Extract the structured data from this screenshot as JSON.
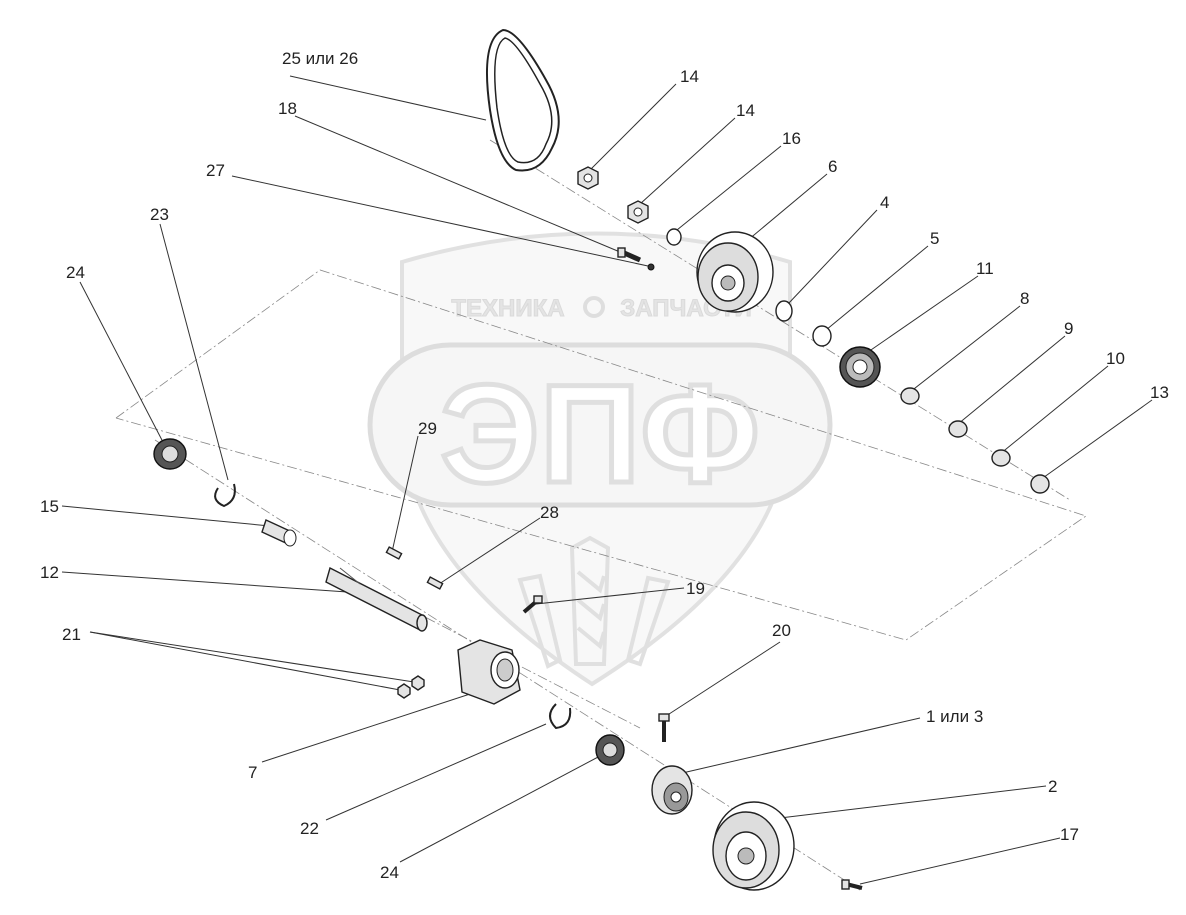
{
  "watermark": {
    "top_text_left": "ТЕХНИКА",
    "top_text_right": "ЗАПЧАСТИ",
    "main_letters": "ЭПФ"
  },
  "callouts": [
    {
      "id": "c25",
      "text": "25 или 26"
    },
    {
      "id": "c14a",
      "text": "14"
    },
    {
      "id": "c14b",
      "text": "14"
    },
    {
      "id": "c18",
      "text": "18"
    },
    {
      "id": "c16",
      "text": "16"
    },
    {
      "id": "c6",
      "text": "6"
    },
    {
      "id": "c27",
      "text": "27"
    },
    {
      "id": "c4",
      "text": "4"
    },
    {
      "id": "c23",
      "text": "23"
    },
    {
      "id": "c5",
      "text": "5"
    },
    {
      "id": "c24a",
      "text": "24"
    },
    {
      "id": "c11",
      "text": "11"
    },
    {
      "id": "c8",
      "text": "8"
    },
    {
      "id": "c9",
      "text": "9"
    },
    {
      "id": "c10",
      "text": "10"
    },
    {
      "id": "c13",
      "text": "13"
    },
    {
      "id": "c29",
      "text": "29"
    },
    {
      "id": "c15",
      "text": "15"
    },
    {
      "id": "c28",
      "text": "28"
    },
    {
      "id": "c12",
      "text": "12"
    },
    {
      "id": "c19",
      "text": "19"
    },
    {
      "id": "c21",
      "text": "21"
    },
    {
      "id": "c20",
      "text": "20"
    },
    {
      "id": "c1",
      "text": "1 или 3"
    },
    {
      "id": "c7",
      "text": "7"
    },
    {
      "id": "c2",
      "text": "2"
    },
    {
      "id": "c22",
      "text": "22"
    },
    {
      "id": "c17",
      "text": "17"
    },
    {
      "id": "c24b",
      "text": "24"
    }
  ]
}
